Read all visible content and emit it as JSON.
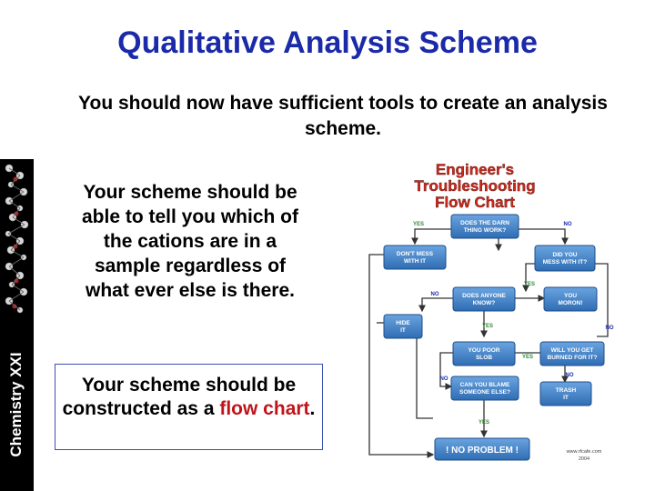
{
  "slide": {
    "title": "Qualitative Analysis Scheme",
    "subtitle": "You should now have sufficient tools to create an analysis scheme.",
    "sidebar_text": "Chemistry XXI",
    "text1": "Your scheme should be able to tell you which of the cations are in a sample regardless of what ever else is there.",
    "text2_prefix": "Your scheme should be constructed as a",
    "text2_highlight": "flow chart",
    "text2_suffix": "."
  },
  "flowchart": {
    "title_line1": "Engineer's",
    "title_line2": "Troubleshooting",
    "title_line3": "Flow Chart",
    "q1": [
      "DOES THE DARN",
      "THING WORK?"
    ],
    "q2": [
      "DID YOU",
      "MESS WITH IT?"
    ],
    "dont_mess": [
      "DON'T MESS",
      "WITH IT"
    ],
    "q3": [
      "DOES ANYONE",
      "KNOW?"
    ],
    "moron": [
      "YOU",
      "MORON!"
    ],
    "hide": [
      "HIDE",
      "IT"
    ],
    "poor": [
      "YOU POOR",
      "SLOB"
    ],
    "q4": [
      "WILL YOU GET",
      "BURNED FOR IT?"
    ],
    "q5": [
      "CAN YOU BLAME",
      "SOMEONE ELSE?"
    ],
    "trash": [
      "TRASH",
      "IT"
    ],
    "no_problem": "! NO PROBLEM !",
    "yes": "YES",
    "no": "NO",
    "credit": "www.rfcafe.com",
    "year": "2004"
  },
  "colors": {
    "title": "#1a2aa8",
    "highlight": "#c0141a",
    "flow_box": "#3f7fc4",
    "flow_title": "#cc2a1a",
    "yes_label": "#2e8b2e",
    "no_label": "#1a2aa8"
  }
}
